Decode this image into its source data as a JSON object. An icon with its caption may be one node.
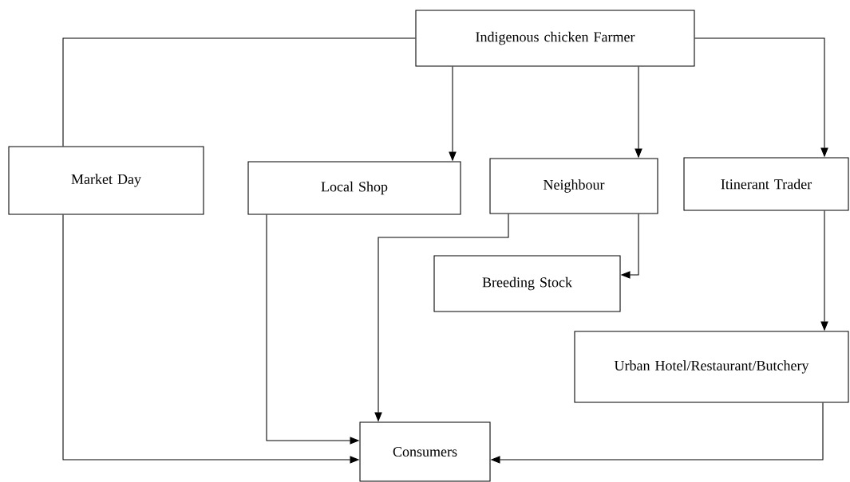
{
  "diagram": {
    "nodes": [
      {
        "text": [
          "Indigenous chicken Farmer"
        ]
      },
      {
        "text": [
          "Market Day"
        ]
      },
      {
        "text": [
          "Local Shop"
        ]
      },
      {
        "text": [
          "Neighbour"
        ]
      },
      {
        "text": [
          "Itinerant Trader"
        ]
      },
      {
        "text": [
          "Breeding Stock"
        ]
      },
      {
        "text": [
          "Urban Hotel/Restaurant/Butchery"
        ]
      },
      {
        "text": [
          "Consumers"
        ]
      }
    ],
    "edges": [
      {
        "from": 0,
        "to": 1,
        "arrow": "none"
      },
      {
        "from": 0,
        "to": 2,
        "arrow": "to"
      },
      {
        "from": 0,
        "to": 3,
        "arrow": "to"
      },
      {
        "from": 0,
        "to": 4,
        "arrow": "to"
      },
      {
        "from": 1,
        "to": 7,
        "arrow": "to"
      },
      {
        "from": 2,
        "to": 7,
        "arrow": "to"
      },
      {
        "from": 3,
        "to": 7,
        "arrow": "to"
      },
      {
        "from": 3,
        "to": 5,
        "arrow": "to"
      },
      {
        "from": 4,
        "to": 6,
        "arrow": "to"
      },
      {
        "from": 6,
        "to": 7,
        "arrow": "to"
      }
    ]
  }
}
